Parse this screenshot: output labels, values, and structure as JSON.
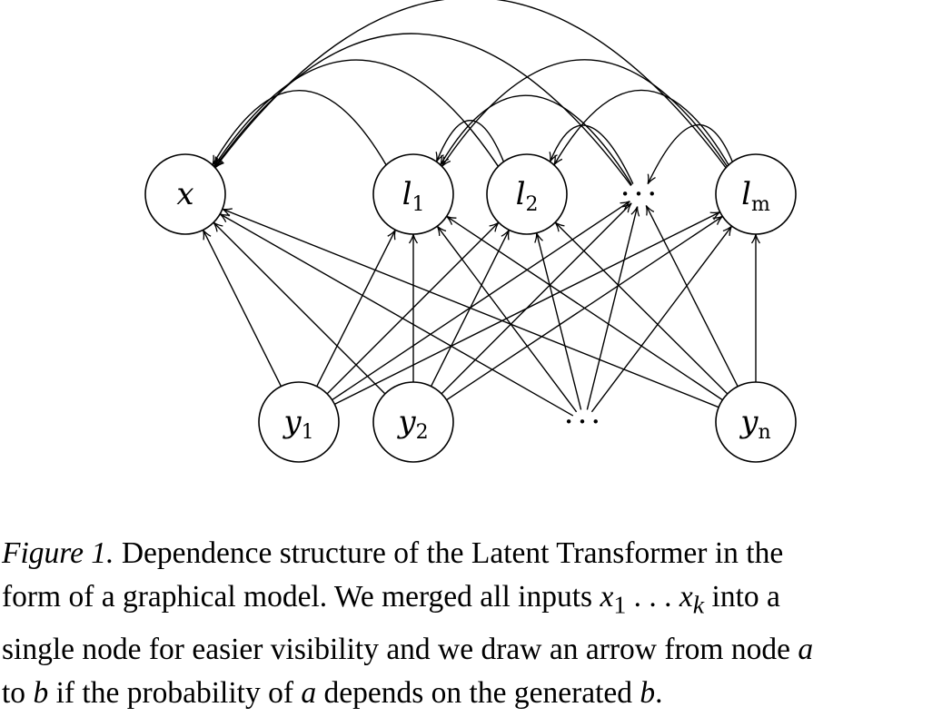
{
  "diagram": {
    "nodes": [
      {
        "id": "x",
        "label": "x",
        "sub": ""
      },
      {
        "id": "l1",
        "label": "l",
        "sub": "1"
      },
      {
        "id": "l2",
        "label": "l",
        "sub": "2"
      },
      {
        "id": "ld",
        "label": "···",
        "sub": ""
      },
      {
        "id": "lm",
        "label": "l",
        "sub": "m"
      },
      {
        "id": "y1",
        "label": "y",
        "sub": "1"
      },
      {
        "id": "y2",
        "label": "y",
        "sub": "2"
      },
      {
        "id": "yd",
        "label": "···",
        "sub": ""
      },
      {
        "id": "yn",
        "label": "y",
        "sub": "n"
      }
    ],
    "edges": [
      [
        "y1",
        "x"
      ],
      [
        "y1",
        "l1"
      ],
      [
        "y1",
        "l2"
      ],
      [
        "y1",
        "ld"
      ],
      [
        "y1",
        "lm"
      ],
      [
        "y2",
        "x"
      ],
      [
        "y2",
        "l1"
      ],
      [
        "y2",
        "l2"
      ],
      [
        "y2",
        "ld"
      ],
      [
        "y2",
        "lm"
      ],
      [
        "yd",
        "x"
      ],
      [
        "yd",
        "l1"
      ],
      [
        "yd",
        "l2"
      ],
      [
        "yd",
        "ld"
      ],
      [
        "yd",
        "lm"
      ],
      [
        "yn",
        "x"
      ],
      [
        "yn",
        "l1"
      ],
      [
        "yn",
        "l2"
      ],
      [
        "yn",
        "ld"
      ],
      [
        "yn",
        "lm"
      ],
      [
        "l1",
        "x"
      ],
      [
        "l2",
        "x"
      ],
      [
        "ld",
        "x"
      ],
      [
        "lm",
        "x"
      ],
      [
        "l2",
        "l1"
      ],
      [
        "ld",
        "l1"
      ],
      [
        "lm",
        "l1"
      ],
      [
        "ld",
        "l2"
      ],
      [
        "lm",
        "l2"
      ],
      [
        "lm",
        "ld"
      ]
    ]
  },
  "caption": {
    "label": "Figure 1.",
    "l1": " Dependence structure of the Latent Transformer in the",
    "l2a": "form of a graphical model. We merged all inputs ",
    "x1": "x",
    "x1sub": "1",
    "l2dots": " . . . ",
    "xk": "x",
    "xksub": "k",
    "l2b": " into a",
    "l3a": "single node for easier visibility and we draw an arrow from node ",
    "a1": "a",
    "l4a": "to ",
    "b1": "b",
    "l4b": " if the probability of ",
    "a2": "a",
    "l4c": " depends on the generated ",
    "b2": "b",
    "l4d": "."
  }
}
